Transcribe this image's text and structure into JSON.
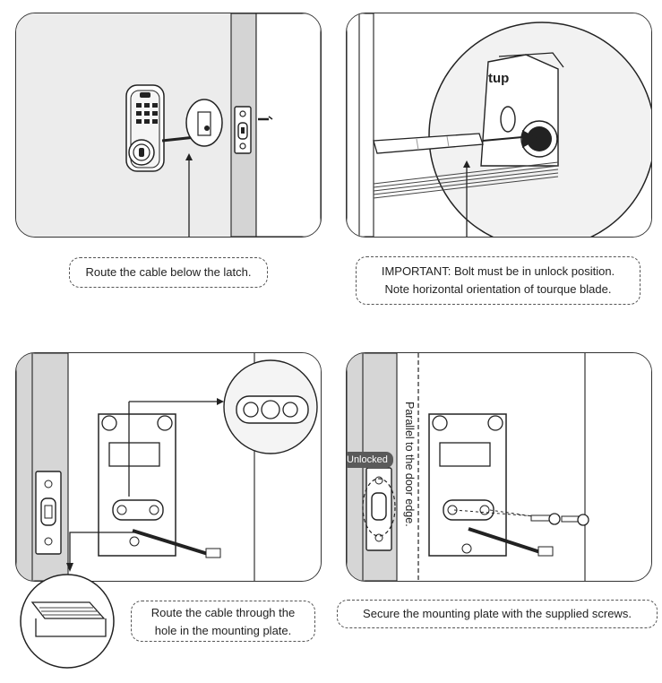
{
  "steps": [
    {
      "caption": [
        "Route the cable below the latch."
      ]
    },
    {
      "caption": [
        "IMPORTANT: Bolt must be in unlock position.",
        "Note horizontal orientation of tourque blade."
      ],
      "brand_mark": "tup"
    },
    {
      "caption": [
        "Route the cable through the",
        "hole in the mounting plate."
      ]
    },
    {
      "caption": [
        "Secure the mounting plate with the supplied screws."
      ],
      "badge": "Unlocked",
      "edge_label": "Parallel to the door edge."
    }
  ],
  "colors": {
    "panel_bg": "#ececec",
    "door_edge": "#d6d6d6",
    "line": "#2a2a2a",
    "badge_bg": "#5a5a5a"
  }
}
